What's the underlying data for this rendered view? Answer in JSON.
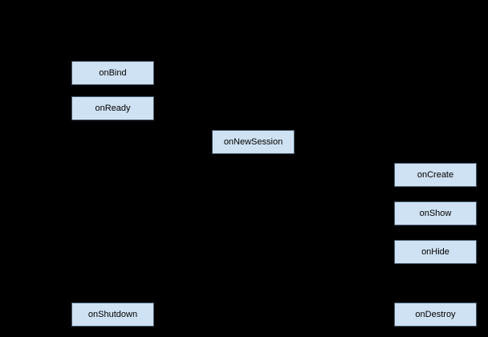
{
  "diagram": {
    "description": "service lifecycle flow diagram on black background",
    "background": "#000000",
    "node_fill": "#cfe2f3",
    "node_border": "#46586a",
    "node_text_color": "#000000",
    "nodes": [
      {
        "id": "onBind",
        "label": "onBind"
      },
      {
        "id": "onReady",
        "label": "onReady"
      },
      {
        "id": "onNewSession",
        "label": "onNewSession"
      },
      {
        "id": "onCreate",
        "label": "onCreate"
      },
      {
        "id": "onShow",
        "label": "onShow"
      },
      {
        "id": "onHide",
        "label": "onHide"
      },
      {
        "id": "onShutdown",
        "label": "onShutdown"
      },
      {
        "id": "onDestroy",
        "label": "onDestroy"
      }
    ]
  }
}
